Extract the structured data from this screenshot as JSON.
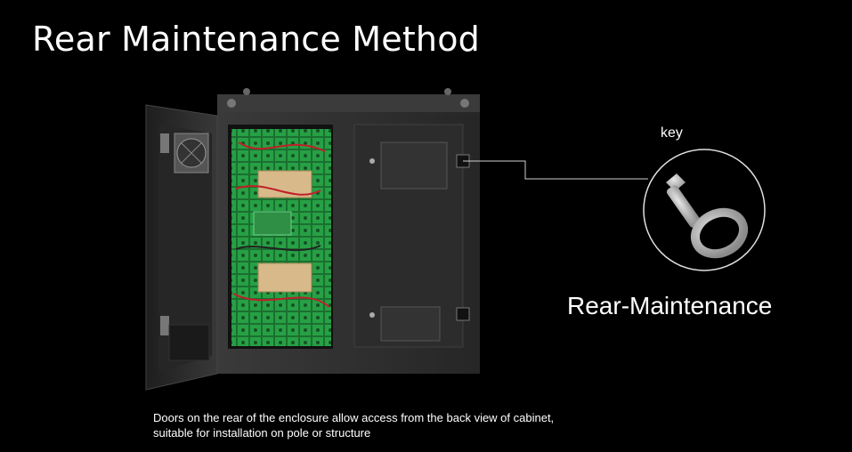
{
  "title": "Rear Maintenance Method",
  "callout": {
    "key_label": "key",
    "method_label": "Rear-Maintenance"
  },
  "caption": {
    "line1": "Doors on the rear of the enclosure allow access from the back view of cabinet,",
    "line2": "suitable for installation on pole or structure"
  },
  "colors": {
    "background": "#000000",
    "text": "#ffffff",
    "cabinet": "#2b2b2b",
    "pcb": "#1f8a3a",
    "power_supply": "#d8b98a"
  }
}
